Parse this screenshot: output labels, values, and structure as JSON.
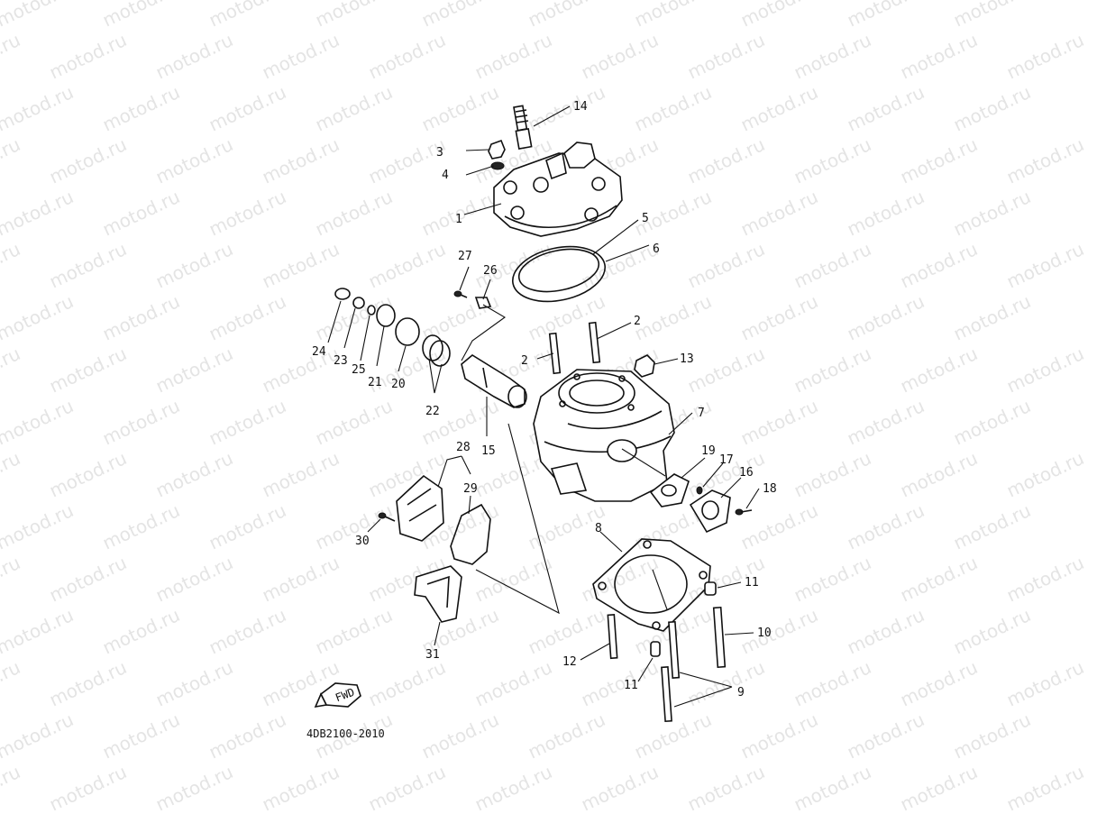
{
  "watermark": {
    "text": "motod.ru"
  },
  "diagram": {
    "part_code": "4DB2100-2010",
    "fwd_label": "FWD",
    "callouts": [
      "1",
      "2",
      "2",
      "3",
      "4",
      "5",
      "6",
      "7",
      "8",
      "9",
      "10",
      "11",
      "11",
      "12",
      "13",
      "14",
      "15",
      "16",
      "17",
      "18",
      "19",
      "20",
      "21",
      "22",
      "23",
      "24",
      "25",
      "26",
      "27",
      "28",
      "29",
      "30",
      "31"
    ]
  }
}
